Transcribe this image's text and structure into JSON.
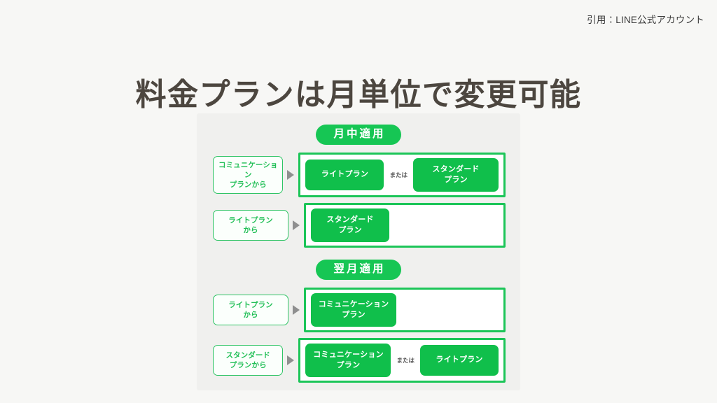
{
  "citation": "引用：LINE公式アカウント",
  "title": "料金プランは月単位で変更可能",
  "colors": {
    "page_background": "#f7f7f5",
    "panel_background": "#f0f0ee",
    "brand_green": "#10bf4b",
    "border_green": "#1cc558",
    "title_text": "#4c463f",
    "arrow_gray": "#8f8f8f"
  },
  "sections": [
    {
      "badge": "月中適用",
      "rows": [
        {
          "from": "コミュニケーション\nプランから",
          "options": [
            {
              "label": "ライトプラン",
              "size": "mid"
            },
            {
              "label": "スタンダード\nプラン",
              "size": "wide"
            }
          ],
          "or_label": "または"
        },
        {
          "from": "ライトプラン\nから",
          "options": [
            {
              "label": "スタンダード\nプラン",
              "size": "mid"
            }
          ],
          "or_label": ""
        }
      ]
    },
    {
      "badge": "翌月適用",
      "rows": [
        {
          "from": "ライトプラン\nから",
          "options": [
            {
              "label": "コミュニケーション\nプラン",
              "size": "wide"
            }
          ],
          "or_label": ""
        },
        {
          "from": "スタンダード\nプランから",
          "options": [
            {
              "label": "コミュニケーション\nプラン",
              "size": "wide"
            },
            {
              "label": "ライトプラン",
              "size": "mid"
            }
          ],
          "or_label": "または"
        }
      ]
    }
  ]
}
